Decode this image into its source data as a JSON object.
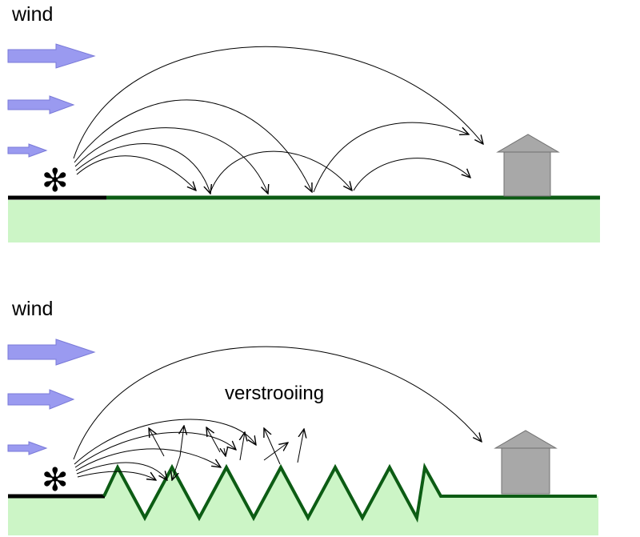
{
  "panels": [
    {
      "id": "top",
      "wind_label": "wind",
      "source_symbol": "✻"
    },
    {
      "id": "bottom",
      "wind_label": "wind",
      "source_symbol": "✻",
      "scatter_label": "verstrooiing"
    }
  ],
  "colors": {
    "wind_arrow": "#9a9af0",
    "wind_arrow_outline": "#7a7ad8",
    "ground_fill": "#ccf5c6",
    "grass_line": "#0c5c14",
    "road_line": "#000000",
    "house_fill": "#a8a8a8",
    "house_outline": "#707070",
    "trajectory": "#000000"
  }
}
